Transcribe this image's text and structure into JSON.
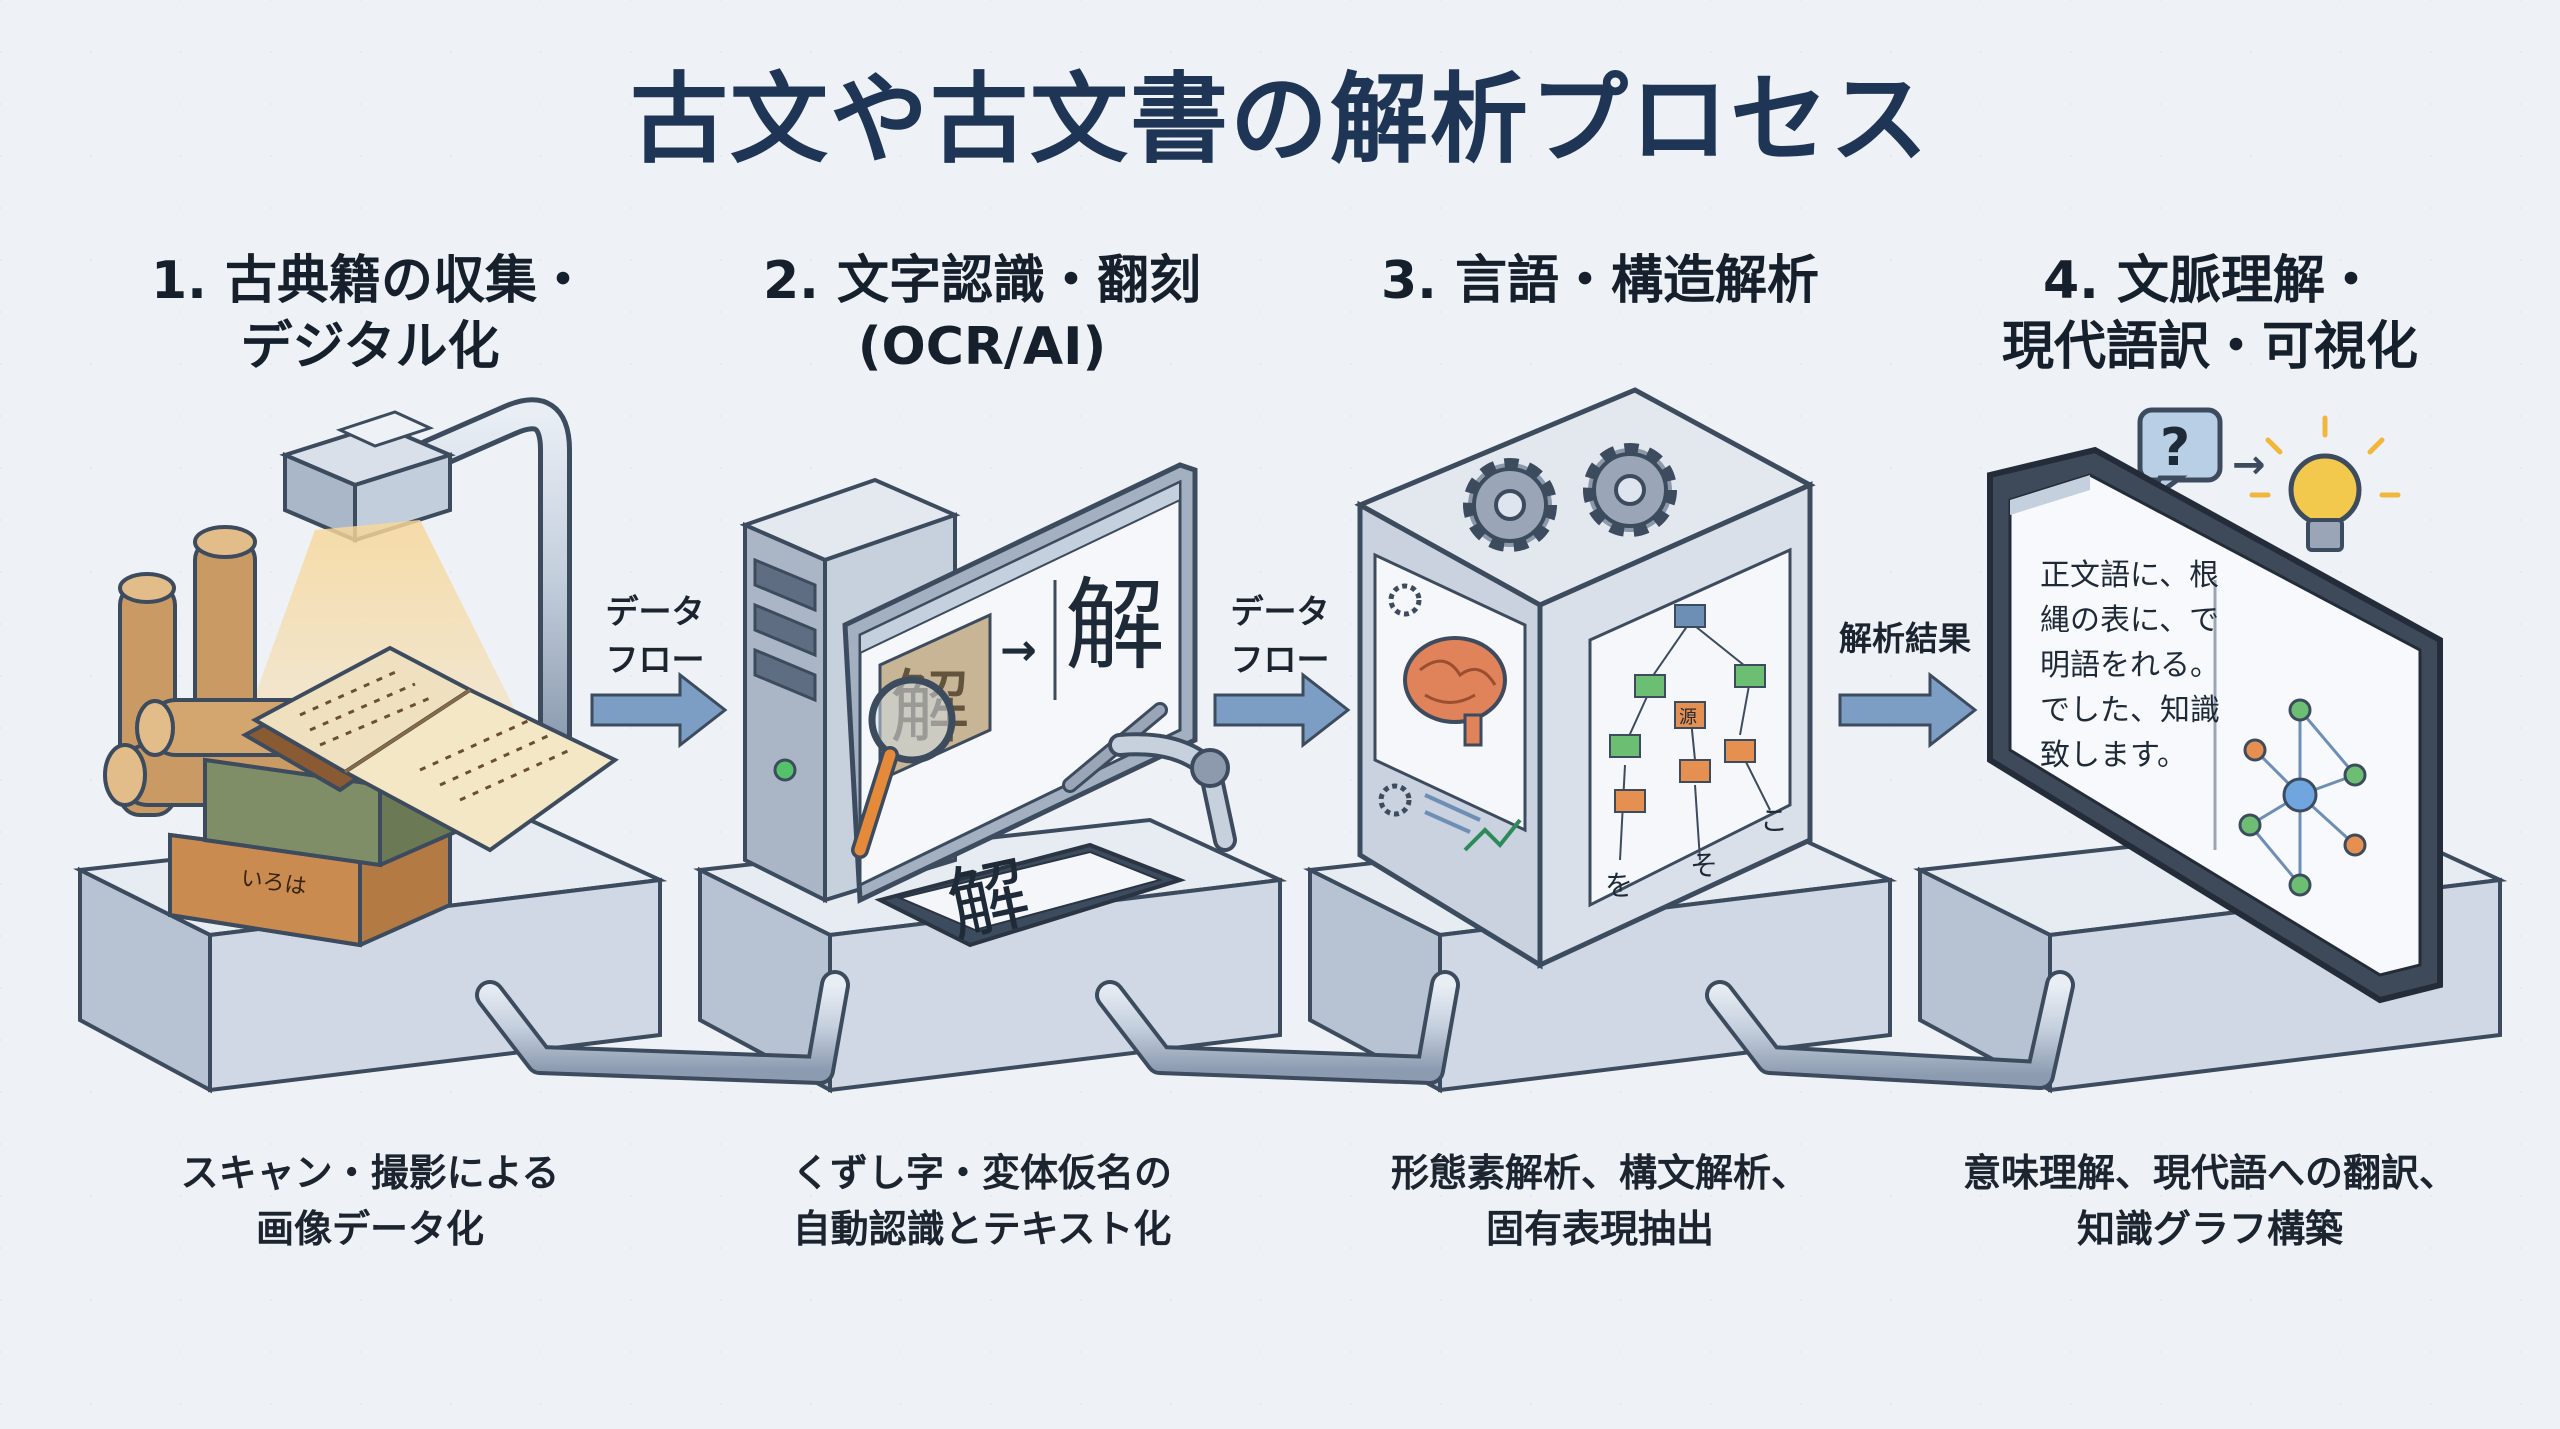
{
  "title": "古文や古文書の解析プロセス",
  "steps": [
    {
      "title_line1": "1. 古典籍の収集・",
      "title_line2": "デジタル化",
      "desc_line1": "スキャン・撮影による",
      "desc_line2": "画像データ化"
    },
    {
      "title_line1": "2. 文字認識・翻刻",
      "title_line2": "(OCR/AI)",
      "desc_line1": "くずし字・変体仮名の",
      "desc_line2": "自動認識とテキスト化"
    },
    {
      "title_line1": "3. 言語・構造解析",
      "title_line2": "",
      "desc_line1": "形態素解析、構文解析、",
      "desc_line2": "固有表現抽出"
    },
    {
      "title_line1": "4. 文脈理解・",
      "title_line2": "現代語訳・可視化",
      "desc_line1": "意味理解、現代語への翻訳、",
      "desc_line2": "知識グラフ構築"
    }
  ],
  "connectors": [
    {
      "line1": "データ",
      "line2": "フロー"
    },
    {
      "line1": "データ",
      "line2": "フロー"
    },
    {
      "line1": "解析結果",
      "line2": ""
    }
  ],
  "ocr_panel": {
    "before_char": "解",
    "after_char": "解",
    "tablet_char": "解"
  },
  "tree_glyphs": {
    "root": "源",
    "leaf1": "を",
    "leaf2": "そ",
    "leaf3": "こ"
  },
  "tablet_text": [
    "正文語に、根",
    "縄の表に、で",
    "明語をれる。",
    "でした、知識",
    "致します。"
  ],
  "book_text": "いろは",
  "colors": {
    "accent_blue": "#6d8fb5",
    "title": "#1f3556",
    "brain": "#e0825a",
    "bulb": "#f2c94c",
    "wood": "#b47a44"
  }
}
